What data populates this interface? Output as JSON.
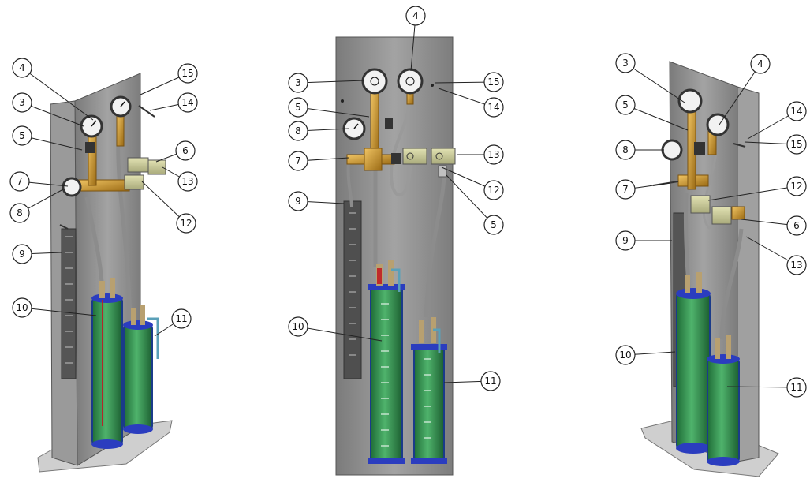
{
  "figure": {
    "views": [
      {
        "id": "left-iso",
        "callouts": [
          "4",
          "3",
          "5",
          "7",
          "8",
          "9",
          "10",
          "11",
          "12",
          "13",
          "6",
          "14",
          "15"
        ]
      },
      {
        "id": "front",
        "callouts": [
          "4",
          "3",
          "5",
          "8",
          "7",
          "9",
          "10",
          "11",
          "5",
          "12",
          "13",
          "14",
          "15"
        ]
      },
      {
        "id": "right-iso",
        "callouts": [
          "3",
          "4",
          "5",
          "8",
          "7",
          "9",
          "10",
          "11",
          "12",
          "6",
          "13",
          "14",
          "15"
        ]
      }
    ],
    "colors": {
      "panel": "#8e8e8e",
      "panel_dark": "#6b6b6b",
      "brass": "#c9932f",
      "cylinder_fill": "#2f8b4a",
      "cylinder_cap": "#2b3dbf",
      "tube": "#9a9a9a",
      "gauge_face": "#f2f2f2"
    },
    "icons": [
      "pressure-gauge-icon",
      "valve-icon",
      "cylinder-icon",
      "scale-ruler-icon"
    ]
  }
}
